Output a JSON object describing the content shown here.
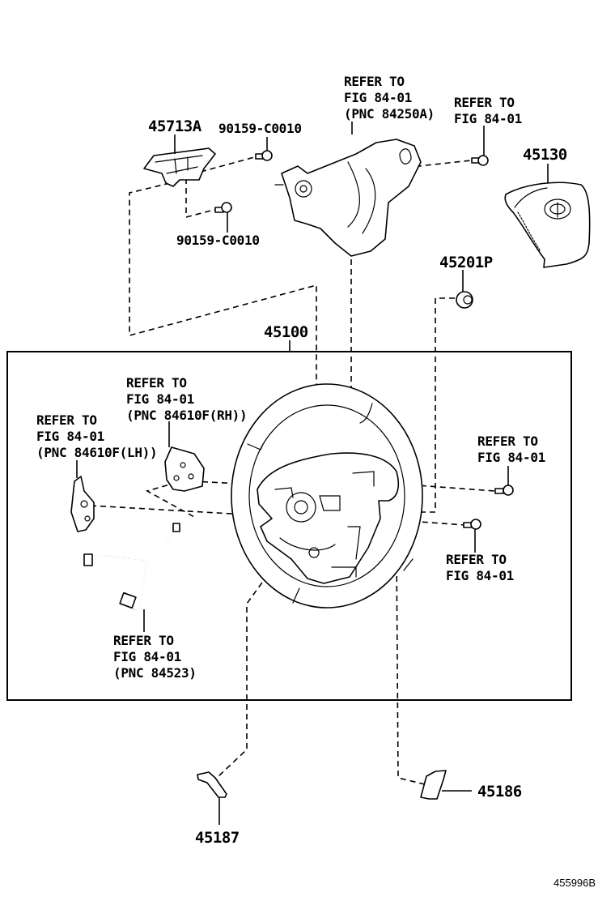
{
  "diagram": {
    "title": "Steering wheel assembly parts diagram",
    "drawing_number": "455996B",
    "parts": [
      {
        "id": "p45713a",
        "number": "45713A"
      },
      {
        "id": "p90159a",
        "number": "90159-C0010"
      },
      {
        "id": "p90159b",
        "number": "90159-C0010"
      },
      {
        "id": "p45130",
        "number": "45130"
      },
      {
        "id": "p45201p",
        "number": "45201P"
      },
      {
        "id": "p45100",
        "number": "45100"
      },
      {
        "id": "p45187",
        "number": "45187"
      },
      {
        "id": "p45186",
        "number": "45186"
      }
    ],
    "references": [
      {
        "id": "ref-84250a",
        "lines": [
          "REFER TO",
          "FIG 84-01",
          "(PNC 84250A)"
        ]
      },
      {
        "id": "ref-screw-top",
        "lines": [
          "REFER TO",
          "FIG 84-01"
        ]
      },
      {
        "id": "ref-84610f-rh",
        "lines": [
          "REFER TO",
          "FIG 84-01",
          "(PNC 84610F(RH))"
        ]
      },
      {
        "id": "ref-84610f-lh",
        "lines": [
          "REFER TO",
          "FIG 84-01",
          "(PNC 84610F(LH))"
        ]
      },
      {
        "id": "ref-screw-right-upper",
        "lines": [
          "REFER TO",
          "FIG 84-01"
        ]
      },
      {
        "id": "ref-screw-right-lower",
        "lines": [
          "REFER TO",
          "FIG 84-01"
        ]
      },
      {
        "id": "ref-84523",
        "lines": [
          "REFER TO",
          "FIG 84-01",
          "(PNC 84523)"
        ]
      }
    ]
  }
}
